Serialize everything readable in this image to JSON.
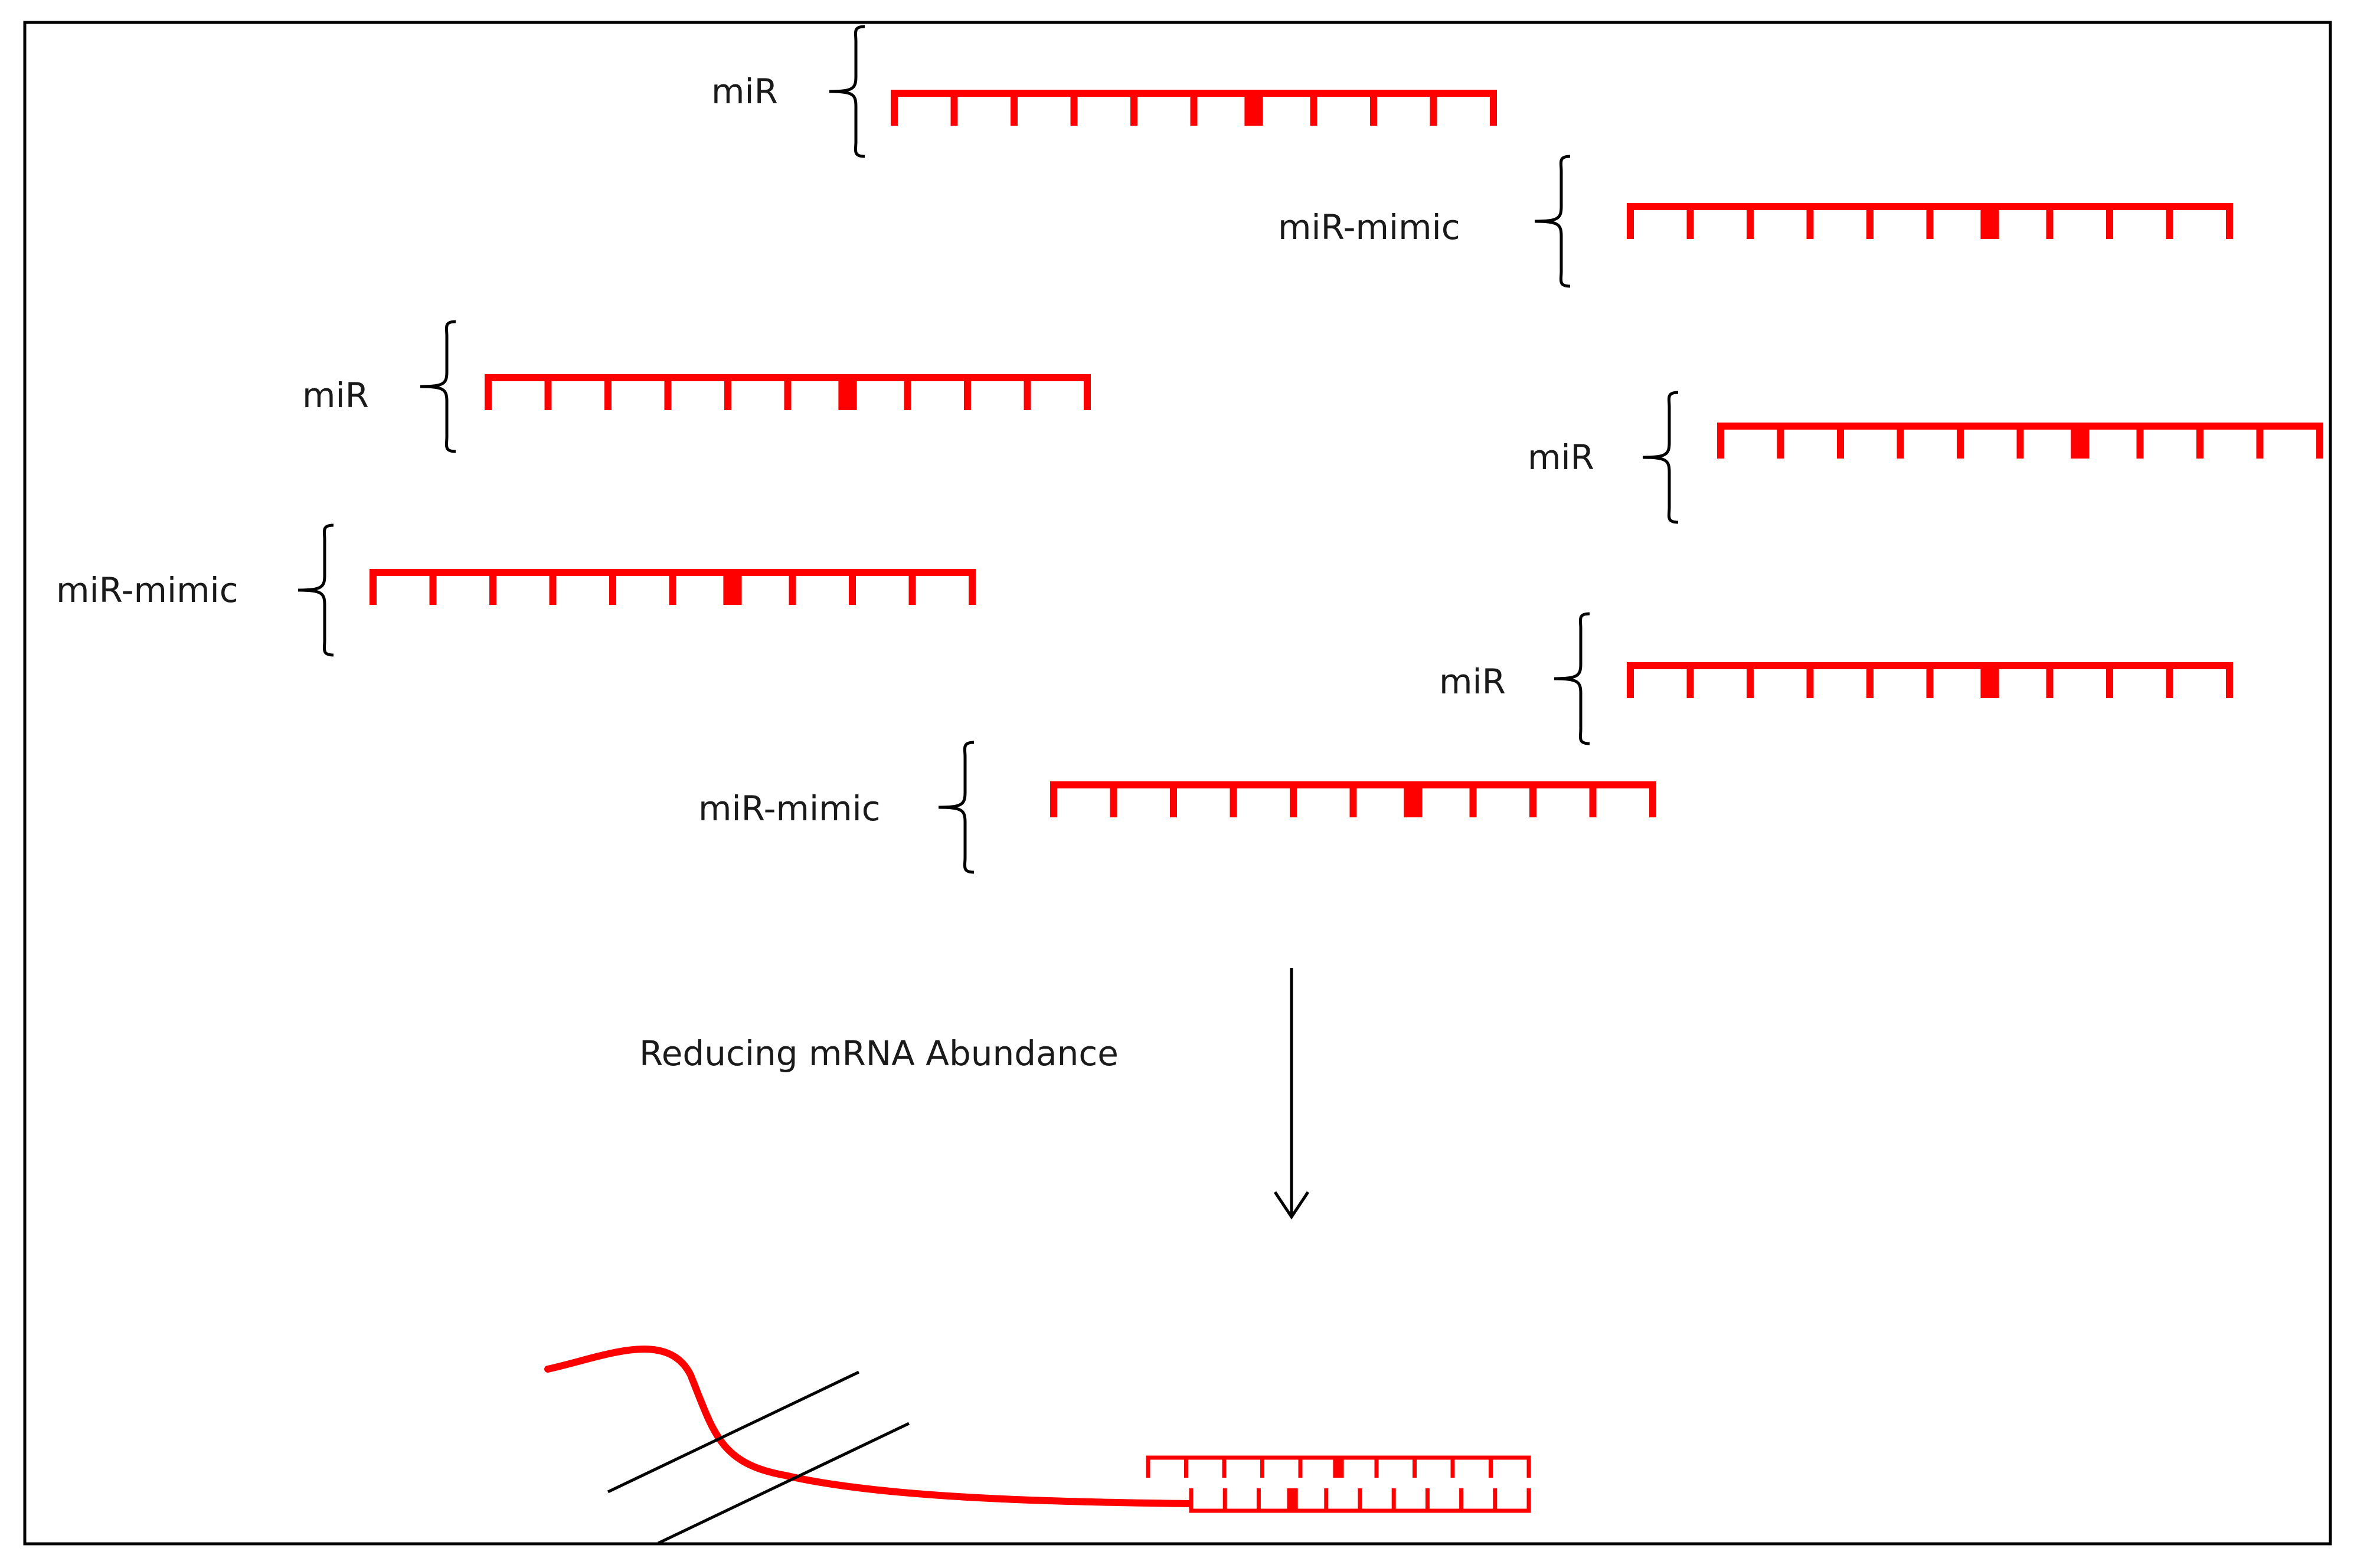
{
  "colors": {
    "strand": "#ff0000",
    "ink": "#000000",
    "background": "#ffffff"
  },
  "strands": [
    {
      "label": "miR"
    },
    {
      "label": "miR-mimic"
    },
    {
      "label": "miR"
    },
    {
      "label": "miR"
    },
    {
      "label": "miR-mimic"
    },
    {
      "label": "miR"
    },
    {
      "label": "miR-mimic"
    }
  ],
  "arrow": {
    "caption": "Reducing mRNA Abundance"
  }
}
